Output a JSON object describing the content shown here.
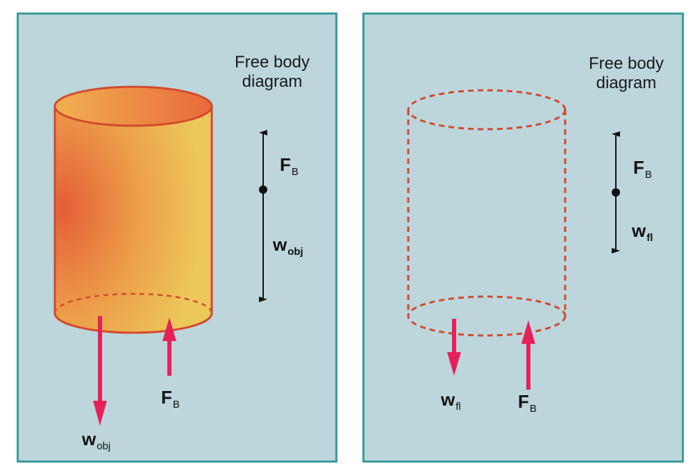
{
  "panels": [
    {
      "title_line1": "Free body",
      "title_line2": "diagram",
      "force_up": {
        "symbol": "F",
        "sub": "B"
      },
      "force_down": {
        "symbol": "w",
        "sub": "obj"
      }
    },
    {
      "title_line1": "Free body",
      "title_line2": "diagram",
      "force_up": {
        "symbol": "F",
        "sub": "B"
      },
      "force_down": {
        "symbol": "w",
        "sub": "fl"
      }
    }
  ],
  "colors": {
    "background": "#bcd6dc",
    "border": "#3d9a9e",
    "arrow": "#e6215a",
    "cylinder_outline": "#d24a2e",
    "cylinder_fill_light": "#ecc85a",
    "cylinder_fill_dark": "#e45e38",
    "fbd_line": "#111111"
  }
}
